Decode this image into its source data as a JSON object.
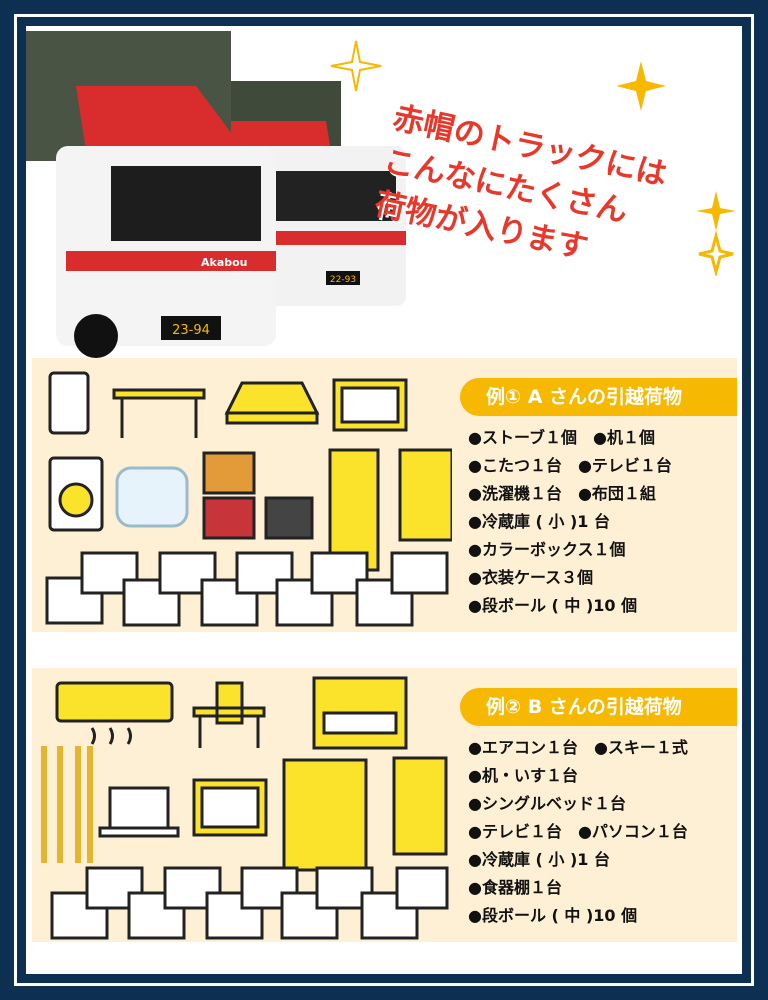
{
  "headline": {
    "lines": [
      "赤帽のトラックには",
      "こんなにたくさん",
      "荷物が入ります"
    ],
    "color": "#e8372b"
  },
  "truck_photo": {
    "plate_front": "23-94",
    "plate_back": "22-93",
    "brand": "Akabou"
  },
  "colors": {
    "frame": "#0d3052",
    "panel": "#fdf0d5",
    "accent": "#f6b800",
    "item_yellow": "#fbe32b"
  },
  "example_a": {
    "title": "例① A さんの引越荷物",
    "rows": [
      [
        "●ストーブ１個",
        "●机１個"
      ],
      [
        "●こたつ１台",
        "●テレビ１台"
      ],
      [
        "●洗濯機１台",
        "●布団１組"
      ],
      [
        "●冷蔵庫 ( 小 )1 台"
      ],
      [
        "●カラーボックス１個"
      ],
      [
        "●衣装ケース３個"
      ],
      [
        "●段ボール ( 中 )10 個"
      ]
    ]
  },
  "example_b": {
    "title": "例② B さんの引越荷物",
    "rows": [
      [
        "●エアコン１台",
        "●スキー１式"
      ],
      [
        "●机・いす１台"
      ],
      [
        "●シングルベッド１台"
      ],
      [
        "●テレビ１台",
        "●パソコン１台"
      ],
      [
        "●冷蔵庫 ( 小 )1 台"
      ],
      [
        "●食器棚１台"
      ],
      [
        "●段ボール ( 中 )10 個"
      ]
    ]
  }
}
